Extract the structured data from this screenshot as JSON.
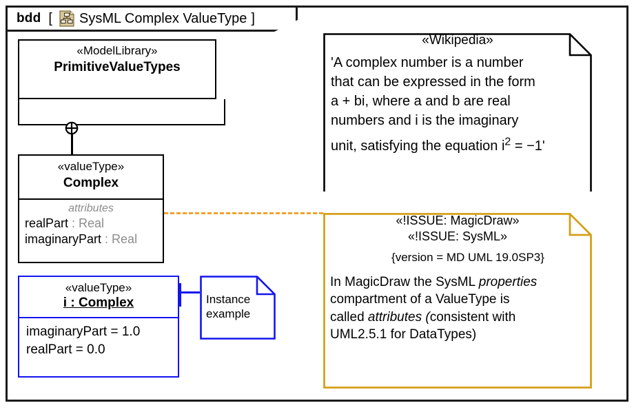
{
  "frame": {
    "kind": "bdd",
    "bracket_open": "[",
    "bracket_close": "]",
    "icon": "bdd-tree-icon",
    "name": "SysML Complex ValueType"
  },
  "blocks": {
    "primitive_value_types": {
      "stereotype": "«ModelLibrary»",
      "name": "PrimitiveValueTypes"
    },
    "complex": {
      "stereotype": "«valueType»",
      "name": "Complex",
      "compartment_label": "attributes",
      "attributes": [
        {
          "name": "realPart",
          "type": " : Real"
        },
        {
          "name": "imaginaryPart",
          "type": " : Real"
        }
      ]
    },
    "instance": {
      "stereotype": "«valueType»",
      "name": "i : Complex",
      "slots": [
        "imaginaryPart = 1.0",
        "realPart = 0.0"
      ]
    }
  },
  "notes": {
    "wikipedia": {
      "stereotype": "«Wikipedia»",
      "lines": [
        "'A complex number is a number",
        "that can be expressed in the form",
        "a + bi, where a and b are real",
        "numbers and i is the imaginary"
      ],
      "last_line_pre": "unit, satisfying the equation i",
      "last_line_sup": "2",
      "last_line_post": " = −1'"
    },
    "issue": {
      "stereotype_1": "«!ISSUE: MagicDraw»",
      "stereotype_2": "«!ISSUE: SysML»",
      "tagged_value": "{version = MD UML 19.0SP3}",
      "line1_a": "In MagicDraw the SysML ",
      "line1_i": "properties",
      "line2": "compartment of a ValueType is",
      "line3_a": "called ",
      "line3_i": "attributes (",
      "line3_b": "consistent with",
      "line4": "UML2.5.1 for DataTypes)"
    },
    "instance_example": {
      "line1": "Instance",
      "line2": "example"
    }
  },
  "colors": {
    "frame": "#1a1a1a",
    "block_border": "#000000",
    "instance_blue": "#1414f0",
    "issue_orange": "#d4a017",
    "dash_orange": "#f2a22c",
    "muted_text": "#8c8c8c",
    "icon_fill": "#d9c89a"
  }
}
